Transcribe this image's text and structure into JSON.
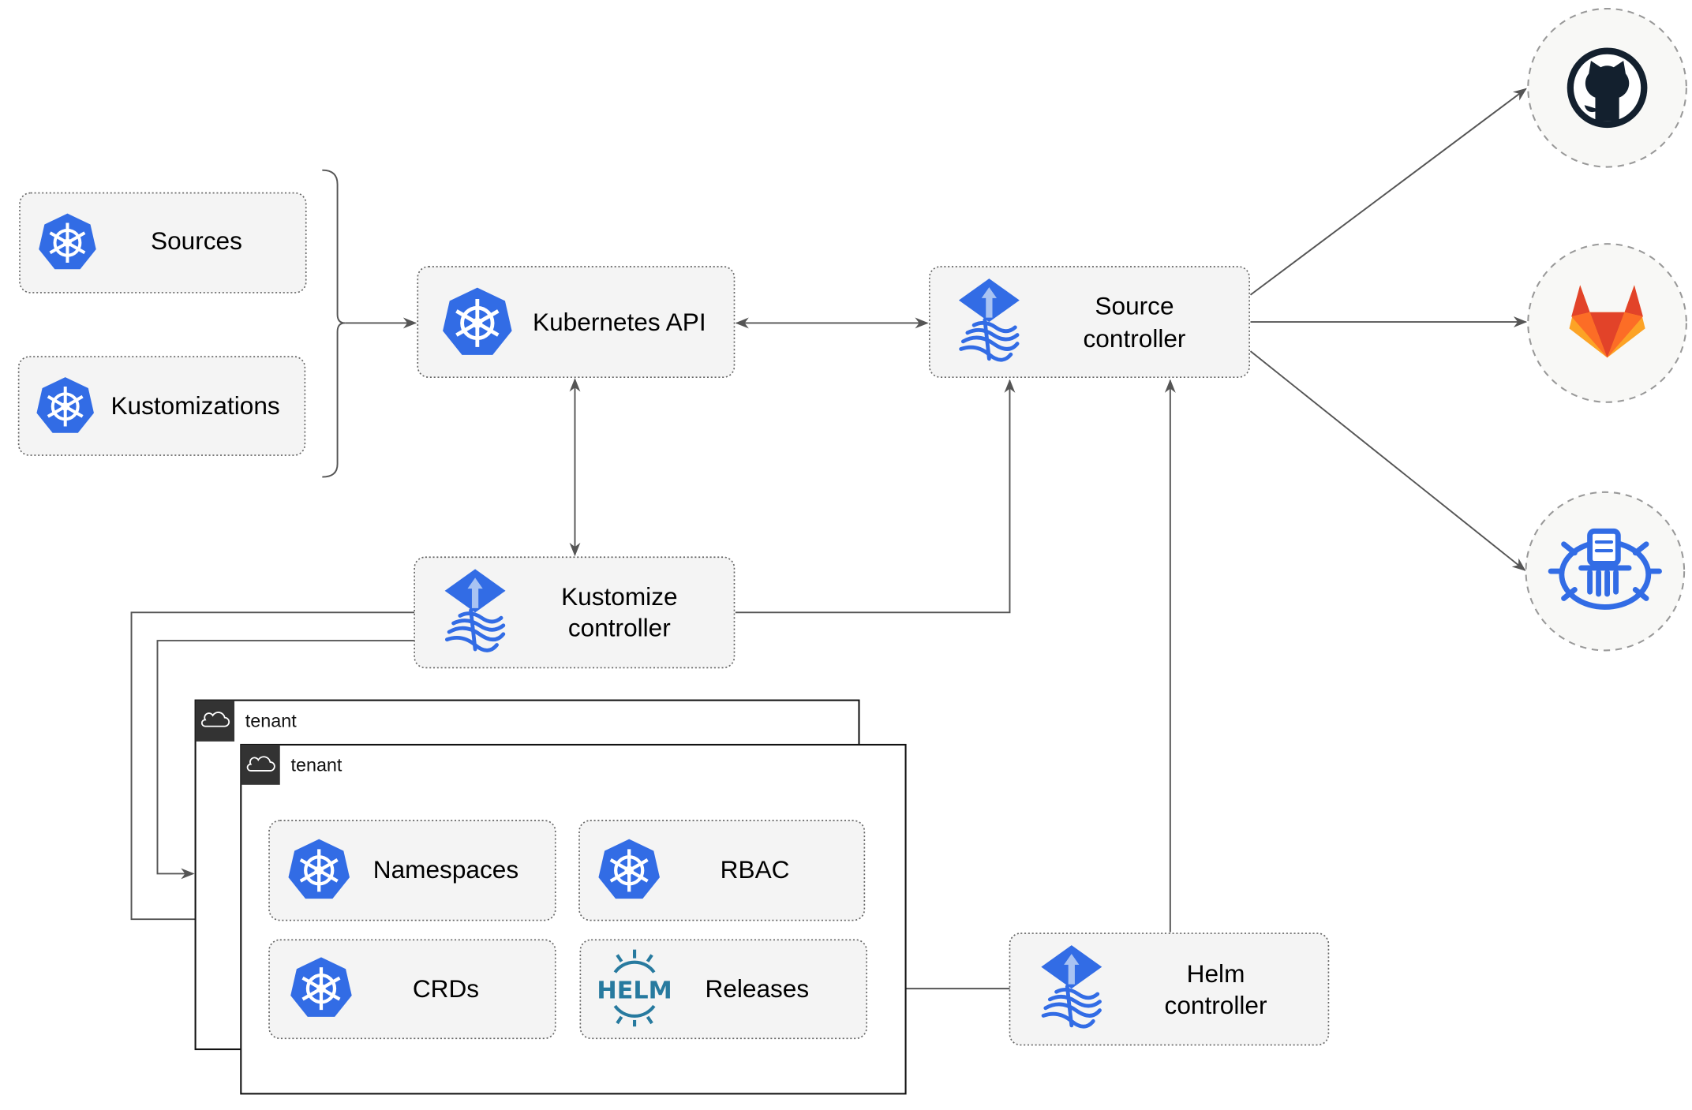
{
  "nodes": {
    "sources": "Sources",
    "kustomizations": "Kustomizations",
    "kubernetes_api": "Kubernetes API",
    "source_controller": [
      "Source",
      "controller"
    ],
    "kustomize_controller": [
      "Kustomize",
      "controller"
    ],
    "helm_controller": [
      "Helm",
      "controller"
    ],
    "namespaces": "Namespaces",
    "rbac": "RBAC",
    "crds": "CRDs",
    "releases": "Releases"
  },
  "tenants": [
    "tenant",
    "tenant"
  ],
  "helm_logo_text": "HELM",
  "external_sources": [
    "github-icon",
    "gitlab-icon",
    "bucket-icon"
  ],
  "colors": {
    "kubernetes": "#326ce5",
    "flux": "#326ce5",
    "helm": "#277a9f",
    "github": "#13202e",
    "gitlab_dark": "#e24329",
    "gitlab_light": "#fca326",
    "arrow": "#555555"
  }
}
